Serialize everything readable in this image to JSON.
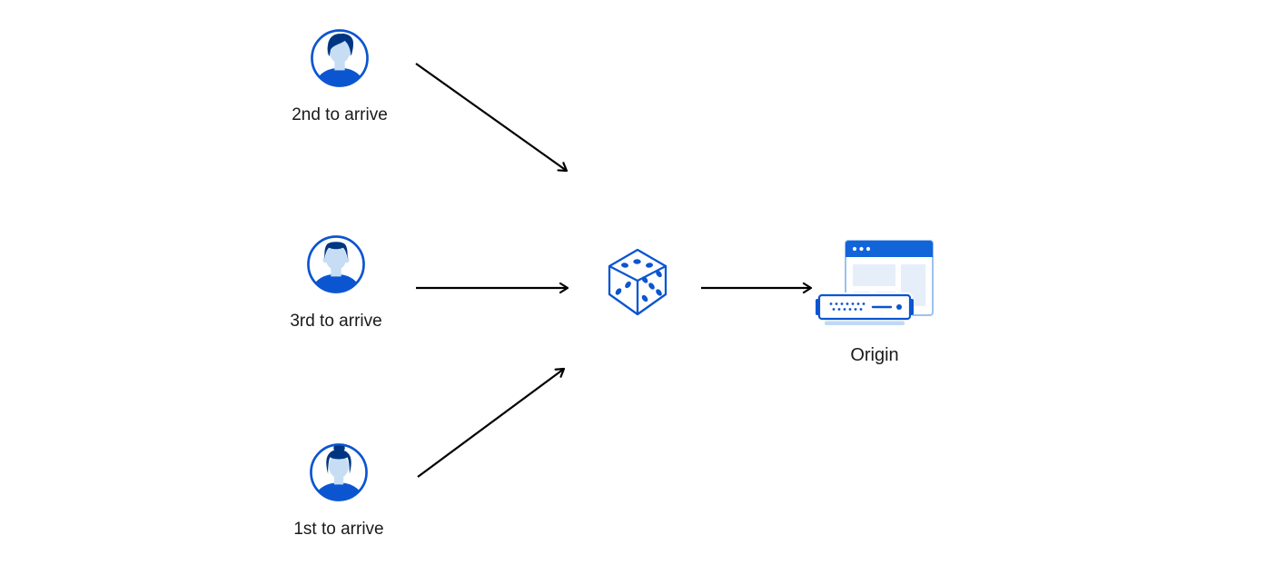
{
  "diagram": {
    "nodes": [
      {
        "id": "user-2nd",
        "label": "2nd to arrive",
        "icon": "male-user-avatar-icon"
      },
      {
        "id": "user-3rd",
        "label": "3rd to arrive",
        "icon": "male-user-avatar-icon"
      },
      {
        "id": "user-1st",
        "label": "1st to arrive",
        "icon": "female-user-avatar-icon"
      },
      {
        "id": "randomizer",
        "label": "",
        "icon": "dice-icon"
      },
      {
        "id": "origin",
        "label": "Origin",
        "icon": "origin-server-icon"
      }
    ],
    "edges": [
      {
        "from": "user-2nd",
        "to": "randomizer"
      },
      {
        "from": "user-3rd",
        "to": "randomizer"
      },
      {
        "from": "user-1st",
        "to": "randomizer"
      },
      {
        "from": "randomizer",
        "to": "origin"
      }
    ],
    "colors": {
      "primary_blue": "#0B55D0",
      "dark_navy": "#003681",
      "face_light_blue": "#C6DDF4",
      "pale_block_blue": "#E6EFF9",
      "window_border_blue": "#9DC1EF",
      "titlebar_blue": "#1265D9",
      "server_shadow_blue": "#BFD9F4",
      "arrow_black": "#000000",
      "label_text": "#1A1A1A",
      "background": "#FFFFFF"
    }
  }
}
